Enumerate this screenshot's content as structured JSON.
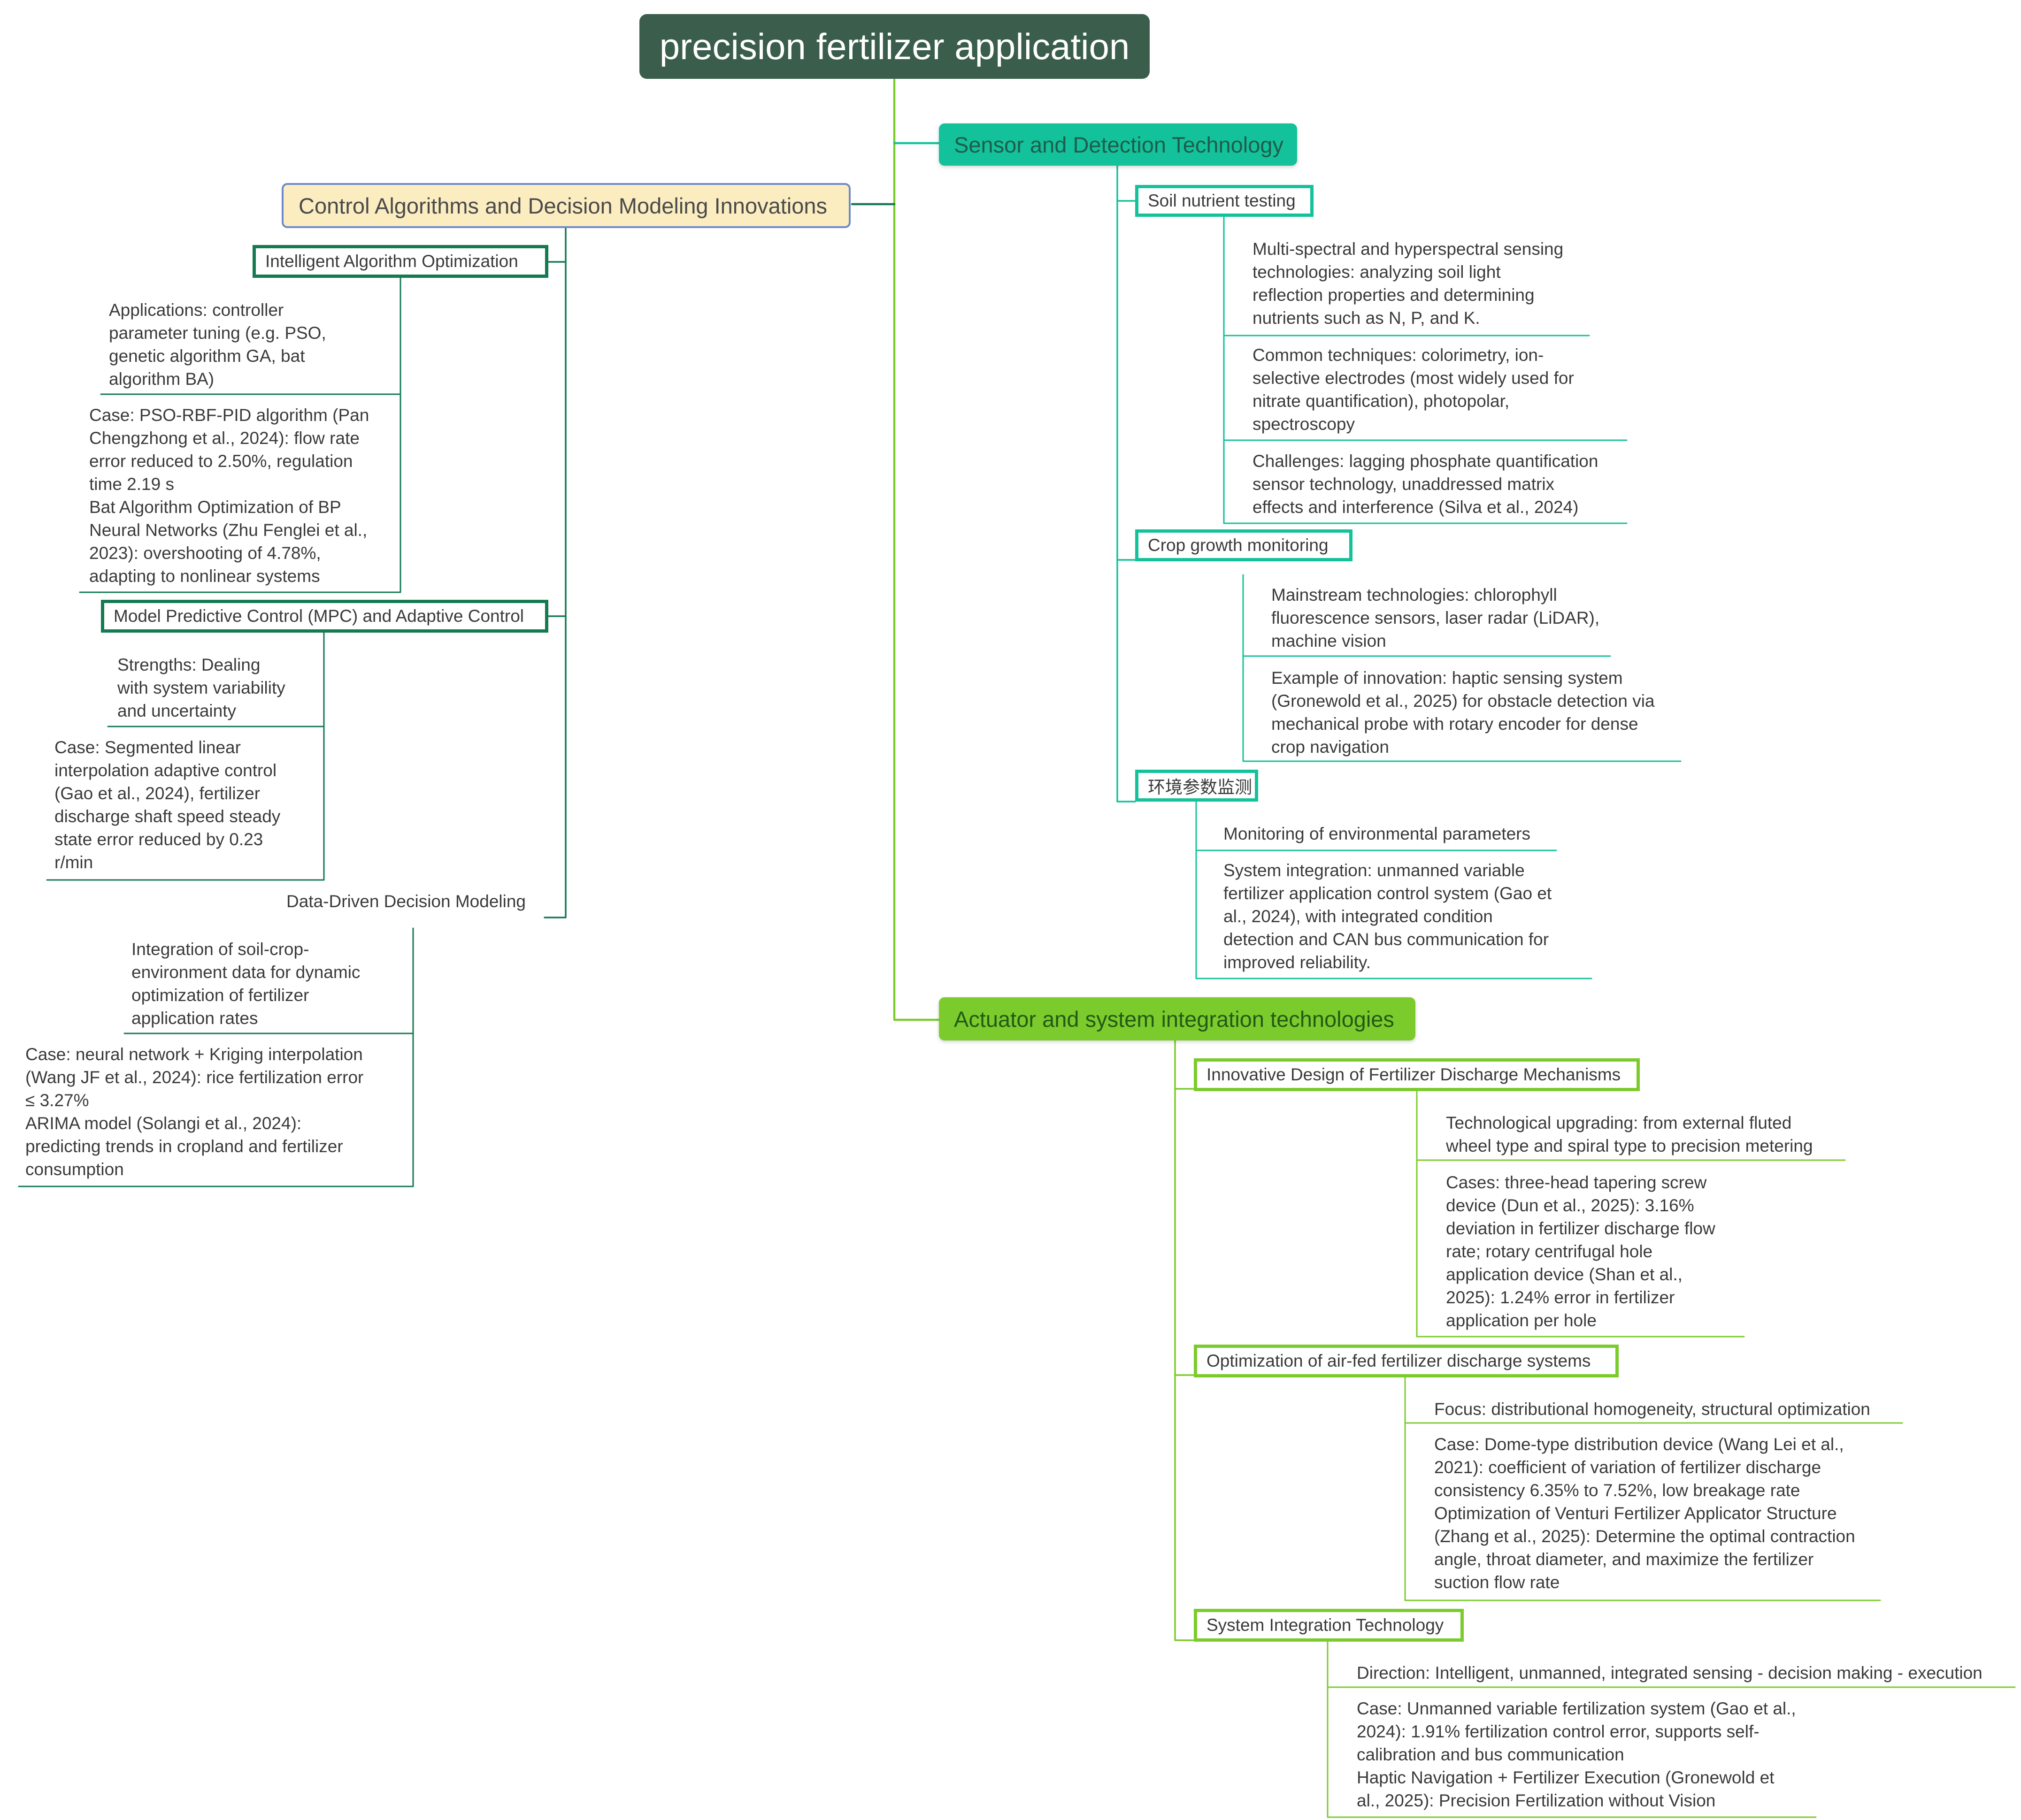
{
  "colors": {
    "central": "#3a5e4b",
    "sensor_branch": "#13c29a",
    "control_branch": "#147a52",
    "control_fill": "#fbedc0",
    "actuator_branch": "#7ccb2d"
  },
  "central": {
    "title": "precision fertilizer application"
  },
  "sensor": {
    "title": "Sensor and Detection Technology",
    "soil": {
      "title": "Soil nutrient testing",
      "leaves": [
        "Multi-spectral and hyperspectral sensing\ntechnologies: analyzing soil light\nreflection properties and determining\nnutrients such as N, P, and K.",
        "Common techniques: colorimetry, ion-\nselective electrodes (most widely used for\nnitrate quantification), photopolar,\nspectroscopy",
        "Challenges: lagging phosphate quantification\nsensor technology, unaddressed matrix\neffects and interference (Silva et al., 2024)"
      ]
    },
    "crop": {
      "title": "Crop growth monitoring",
      "leaves": [
        "Mainstream technologies: chlorophyll\nfluorescence sensors, laser radar (LiDAR),\nmachine vision",
        "Example of innovation: haptic sensing system\n(Gronewold et al., 2025) for obstacle detection via\nmechanical probe with rotary encoder for dense\ncrop navigation"
      ]
    },
    "env": {
      "title": "环境参数监测",
      "leaves": [
        "Monitoring of environmental parameters",
        "System integration: unmanned variable\nfertilizer application control system (Gao et\nal., 2024), with integrated condition\ndetection and CAN bus communication for\nimproved reliability."
      ]
    }
  },
  "control": {
    "title": "Control Algorithms and Decision Modeling Innovations",
    "intelligent": {
      "title": "Intelligent Algorithm Optimization",
      "leaves": [
        "Applications: controller\nparameter tuning (e.g. PSO,\ngenetic algorithm GA, bat\nalgorithm BA)",
        "Case: PSO-RBF-PID algorithm (Pan\nChengzhong et al., 2024): flow rate\nerror reduced to 2.50%, regulation\ntime 2.19 s\nBat Algorithm Optimization of BP\nNeural Networks (Zhu Fenglei et al.,\n2023): overshooting of 4.78%,\nadapting to nonlinear systems"
      ]
    },
    "mpc": {
      "title": "Model Predictive Control (MPC) and Adaptive Control",
      "leaves": [
        "Strengths: Dealing\nwith system variability\nand uncertainty",
        "Case: Segmented linear\ninterpolation adaptive control\n(Gao et al., 2024), fertilizer\ndischarge shaft speed steady\nstate error reduced by 0.23\nr/min"
      ]
    },
    "data": {
      "title": "Data-Driven Decision Modeling",
      "leaves": [
        "Integration of soil-crop-\nenvironment data for dynamic\noptimization of fertilizer\napplication rates",
        "Case: neural network + Kriging interpolation\n(Wang JF et al., 2024): rice fertilization error\n≤ 3.27%\nARIMA model (Solangi et al., 2024):\npredicting trends in cropland and fertilizer\nconsumption"
      ]
    }
  },
  "actuator": {
    "title": "Actuator and system integration technologies",
    "discharge": {
      "title": "Innovative Design of Fertilizer Discharge Mechanisms",
      "leaves": [
        "Technological upgrading: from external fluted\nwheel type and spiral type to precision metering",
        "Cases: three-head tapering screw\ndevice (Dun et al., 2025): 3.16%\ndeviation in fertilizer discharge flow\nrate; rotary centrifugal hole\napplication device (Shan et al.,\n2025): 1.24% error in fertilizer\napplication per hole"
      ]
    },
    "airfed": {
      "title": "Optimization of air-fed fertilizer discharge systems",
      "leaves": [
        "Focus: distributional homogeneity, structural optimization",
        "Case: Dome-type distribution device (Wang Lei et al.,\n2021): coefficient of variation of fertilizer discharge\nconsistency 6.35% to 7.52%, low breakage rate\nOptimization of Venturi Fertilizer Applicator Structure\n(Zhang et al., 2025): Determine the optimal contraction\nangle, throat diameter, and maximize the fertilizer\nsuction flow rate"
      ]
    },
    "system": {
      "title": "System Integration Technology",
      "leaves": [
        "Direction: Intelligent, unmanned, integrated sensing - decision making - execution",
        "Case: Unmanned variable fertilization system (Gao et al.,\n2024): 1.91% fertilization control error, supports self-\ncalibration and bus communication\nHaptic Navigation + Fertilizer Execution (Gronewold et\nal., 2025): Precision Fertilization without Vision"
      ]
    }
  }
}
